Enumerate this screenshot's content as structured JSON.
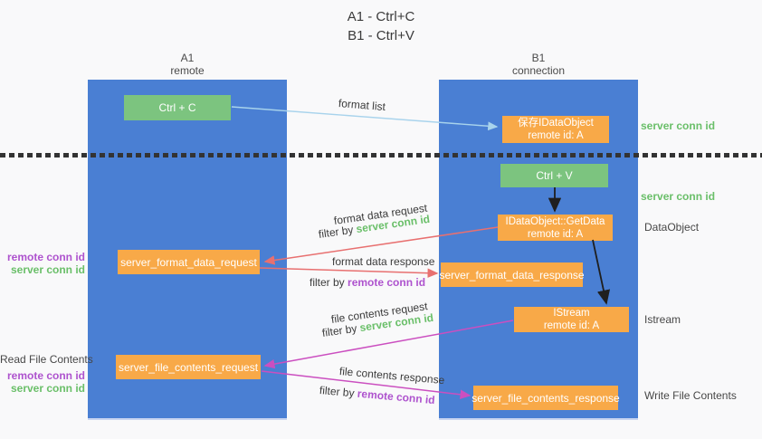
{
  "title": {
    "line1": "A1 - Ctrl+C",
    "line2": "B1 - Ctrl+V"
  },
  "lanes": {
    "a1": {
      "name": "A1",
      "role": "remote"
    },
    "b1": {
      "name": "B1",
      "role": "connection"
    }
  },
  "nodes": {
    "ctrl_c": {
      "label": "Ctrl + C"
    },
    "ctrl_v": {
      "label": "Ctrl + V"
    },
    "save_dataobject": {
      "line1": "保存IDataObject",
      "line2": "remote id: A"
    },
    "getdata": {
      "line1": "IDataObject::GetData",
      "line2": "remote id: A"
    },
    "istream": {
      "line1": "IStream",
      "line2": "remote id: A"
    },
    "format_request": {
      "label": "server_format_data_request"
    },
    "format_response": {
      "label": "server_format_data_response"
    },
    "file_request": {
      "label": "server_file_contents_request"
    },
    "file_response": {
      "label": "server_file_contents_response"
    }
  },
  "arrow_labels": {
    "format_list": "format list",
    "format_data_request": "format data request",
    "format_data_response": "format data response",
    "file_contents_request": "file contents request",
    "file_contents_response": "file contents response",
    "filter_by": "filter by",
    "server_conn_id": "server conn id",
    "remote_conn_id": "remote conn id"
  },
  "side_labels": {
    "server_conn_id_top": "server conn id",
    "server_conn_id_mid": "server conn id",
    "dataobject": "DataObject",
    "istream": "Istream",
    "write_file_contents": "Write File Contents",
    "read_file_contents": "Read File Contents",
    "left_remote_conn_id_1": "remote conn id",
    "left_server_conn_id_1": "server conn id",
    "left_remote_conn_id_2": "remote conn id",
    "left_server_conn_id_2": "server conn id"
  },
  "colors": {
    "bg": "#f9f9fa",
    "ink": "#3b3b3b",
    "lane_blue": "#4a7fd3",
    "node_orange": "#f8a948",
    "node_green": "#7cc47f",
    "green_text": "#6abf69",
    "purple_text": "#ae53ce",
    "salmon_arrow": "#e87070",
    "magenta_arrow": "#cb4fc0",
    "lightblue_arrow": "#a8d3ec",
    "black_arrow": "#1f1f1f"
  }
}
